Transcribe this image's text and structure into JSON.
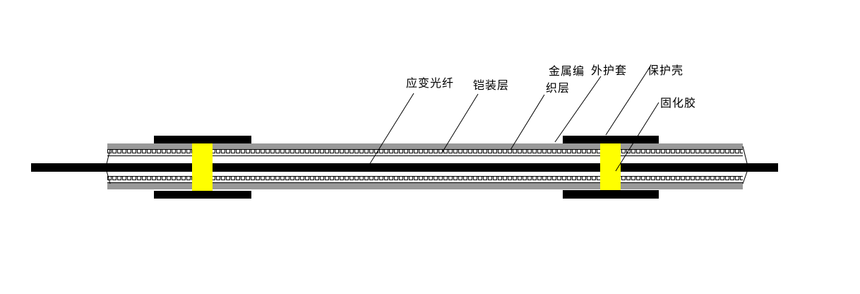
{
  "diagram": {
    "type": "technical-cross-section",
    "subject": "armored strain-sensing optical fiber cable with protective shells",
    "labels": {
      "strain_fiber": "应变光纤",
      "armor_layer": "铠装层",
      "metal_braid_line1": "金属编",
      "metal_braid_line2": "织层",
      "outer_sheath": "外护套",
      "protective_shell": "保护壳",
      "curing_adhesive": "固化胶"
    },
    "colors": {
      "outer_sheath_gray": "#999999",
      "curing_adhesive_yellow": "#ffff00",
      "ink": "#000000",
      "background": "#ffffff"
    }
  }
}
